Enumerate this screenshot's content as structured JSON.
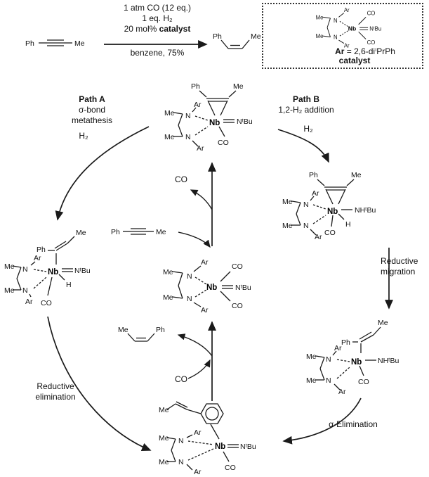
{
  "atoms": {
    "ph": "Ph",
    "me": "Me",
    "ar": "Ar",
    "n": "N",
    "nb": "Nb",
    "co": "CO",
    "h": "H",
    "imido": "NᵗBu",
    "amide": "NHᵗBu"
  },
  "reaction": {
    "cond1": "1 atm CO (12 eq.)",
    "cond2": "1 eq. H₂",
    "cond3_prefix": "20 mol% ",
    "cond3_bold": "catalyst",
    "solvent_yield": "benzene, 75%"
  },
  "catalyst_box": {
    "ar_bold": "Ar",
    "ar_def_rest": " = 2,6-diⁱPrPh",
    "caption": "catalyst"
  },
  "cycle": {
    "path_a_title": "Path A",
    "path_a_sub1": "σ-bond",
    "path_a_sub2": "metathesis",
    "path_a_reagent": "H₂",
    "path_b_title": "Path B",
    "path_b_sub": "1,2-H₂ addition",
    "path_b_reagent": "H₂",
    "migration1": "Reductive",
    "migration2": "migration",
    "alpha_elimination": "α-Elimination",
    "red_elim1": "Reductive",
    "red_elim2": "elimination",
    "co_released": "CO",
    "co_added": "CO"
  }
}
